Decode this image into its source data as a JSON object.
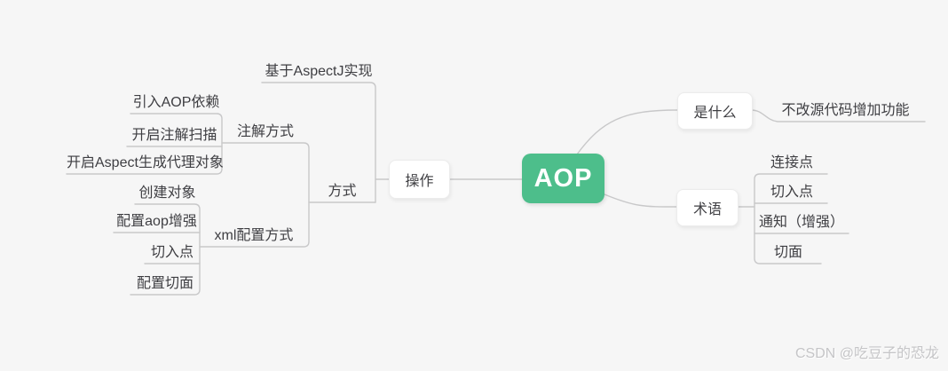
{
  "mindmap": {
    "root": {
      "label": "AOP"
    },
    "left": [
      {
        "label": "操作",
        "children": [
          {
            "label": "基于AspectJ实现"
          },
          {
            "label": "方式",
            "children": [
              {
                "label": "注解方式",
                "children": [
                  {
                    "label": "引入AOP依赖"
                  },
                  {
                    "label": "开启注解扫描"
                  },
                  {
                    "label": "开启Aspect生成代理对象"
                  }
                ]
              },
              {
                "label": "xml配置方式",
                "children": [
                  {
                    "label": "创建对象"
                  },
                  {
                    "label": "配置aop增强"
                  },
                  {
                    "label": "切入点"
                  },
                  {
                    "label": "配置切面"
                  }
                ]
              }
            ]
          }
        ]
      }
    ],
    "right": [
      {
        "label": "是什么",
        "children": [
          {
            "label": "不改源代码增加功能"
          }
        ]
      },
      {
        "label": "术语",
        "children": [
          {
            "label": "连接点"
          },
          {
            "label": "切入点"
          },
          {
            "label": "通知（增强）"
          },
          {
            "label": "切面"
          }
        ]
      }
    ]
  },
  "watermark": {
    "text": "CSDN @吃豆子的恐龙"
  },
  "colors": {
    "background": "#f6f6f6",
    "root_node_bg": "#4dbe8b",
    "root_node_text": "#ffffff",
    "node_bg": "#ffffff",
    "node_text": "#3e3e42",
    "connector_line": "#c8c8c9",
    "watermark_text": "#c5c5c7"
  }
}
